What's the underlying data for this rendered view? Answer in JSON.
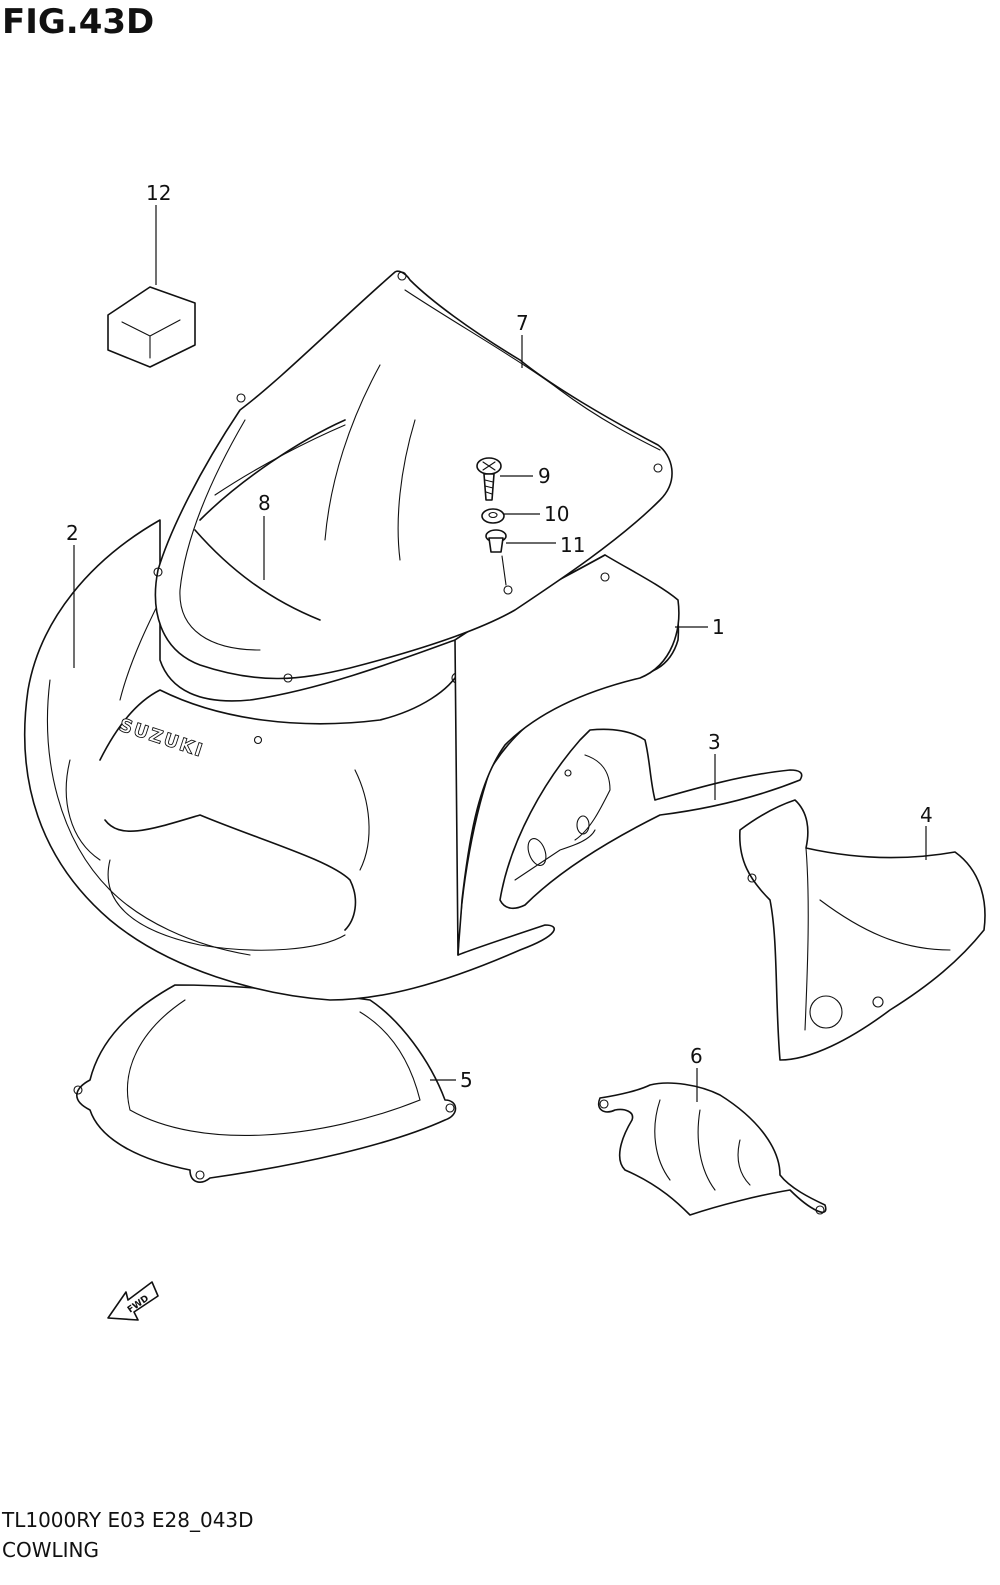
{
  "figure": {
    "title": "FIG.43D",
    "model_code": "TL1000RY E03 E28_043D",
    "section_name": "COWLING",
    "fwd_label": "FWD",
    "cowl_logo": "SUZUKI"
  },
  "callouts": [
    {
      "id": "1",
      "label": "1"
    },
    {
      "id": "2",
      "label": "2"
    },
    {
      "id": "3",
      "label": "3"
    },
    {
      "id": "4",
      "label": "4"
    },
    {
      "id": "5",
      "label": "5"
    },
    {
      "id": "6",
      "label": "6"
    },
    {
      "id": "7",
      "label": "7"
    },
    {
      "id": "8",
      "label": "8"
    },
    {
      "id": "9",
      "label": "9"
    },
    {
      "id": "10",
      "label": "10"
    },
    {
      "id": "11",
      "label": "11"
    },
    {
      "id": "12",
      "label": "12"
    }
  ]
}
